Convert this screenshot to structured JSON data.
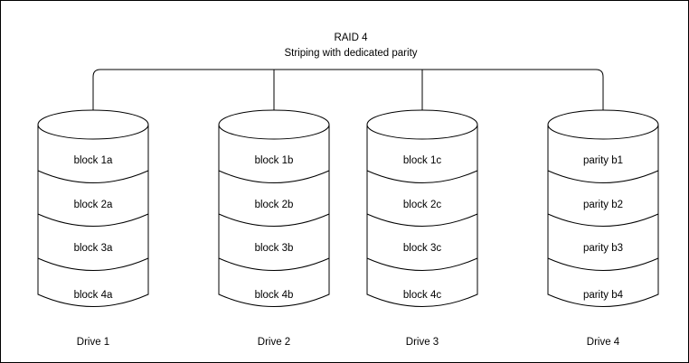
{
  "title": {
    "line1": "RAID 4",
    "line2": "Striping with dedicated parity"
  },
  "colors": {
    "stroke": "#000000",
    "fill": "#ffffff",
    "text": "#000000",
    "border": "#000000"
  },
  "connector": {
    "name": "bus-bracket",
    "description": "horizontal bus with rounded ends dropping to each drive"
  },
  "drives": [
    {
      "label": "Drive 1",
      "blocks": [
        "block 1a",
        "block 2a",
        "block 3a",
        "block 4a"
      ]
    },
    {
      "label": "Drive 2",
      "blocks": [
        "block 1b",
        "block 2b",
        "block 3b",
        "block 4b"
      ]
    },
    {
      "label": "Drive 3",
      "blocks": [
        "block 1c",
        "block 2c",
        "block 3c",
        "block 4c"
      ]
    },
    {
      "label": "Drive 4",
      "blocks": [
        "parity b1",
        "parity b2",
        "parity b3",
        "parity b4"
      ]
    }
  ]
}
